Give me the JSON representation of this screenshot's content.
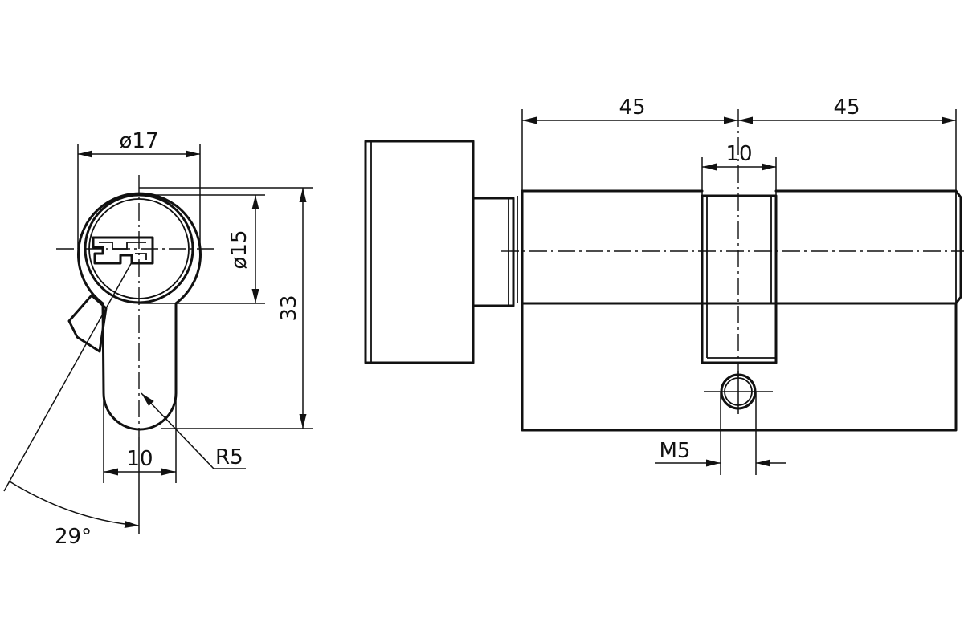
{
  "labels": {
    "diameter_outer": "ø17",
    "diameter_inner": "ø15",
    "height_total": "33",
    "width_bottom": "10",
    "radius": "R5",
    "angle": "29°",
    "length_left": "45",
    "length_right": "45",
    "cam_width": "10",
    "thread": "M5"
  }
}
